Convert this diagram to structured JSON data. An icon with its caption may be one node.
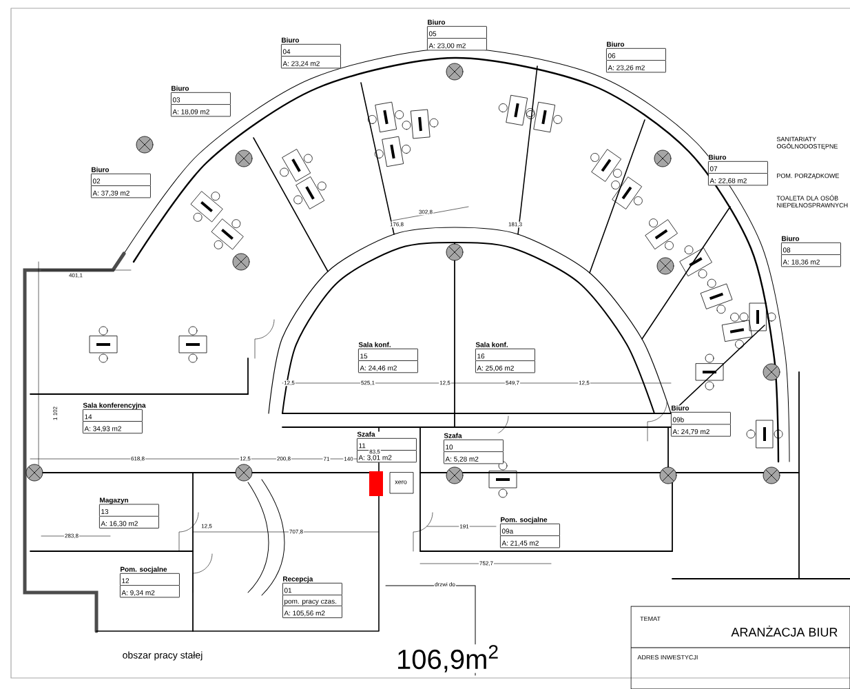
{
  "diagram": {
    "nodes": [
      {
        "text": [
          "Biuro",
          "02",
          "A: 37,39 m2"
        ]
      },
      {
        "text": [
          "Biuro",
          "03",
          "A: 18,09 m2"
        ]
      },
      {
        "text": [
          "Biuro",
          "04",
          "A: 23,24 m2"
        ]
      },
      {
        "text": [
          "Biuro",
          "05",
          "A: 23,00 m2"
        ]
      },
      {
        "text": [
          "Biuro",
          "06",
          "A: 23,26 m2"
        ]
      },
      {
        "text": [
          "Biuro",
          "07",
          "A: 22,68 m2"
        ]
      },
      {
        "text": [
          "Biuro",
          "08",
          "A: 18,36 m2"
        ]
      },
      {
        "text": [
          "Sala konf.",
          "15",
          "A: 24,46 m2"
        ]
      },
      {
        "text": [
          "Sala konf.",
          "16",
          "A: 25,06 m2"
        ]
      },
      {
        "text": [
          "Sala konferencyjna",
          "14",
          "A: 34,93 m2"
        ]
      },
      {
        "text": [
          "Szafa",
          "11",
          "A: 3,01 m2"
        ]
      },
      {
        "text": [
          "Szafa",
          "10",
          "A: 5,28 m2"
        ]
      },
      {
        "text": [
          "Biuro",
          "09b",
          "A: 24,79 m2"
        ]
      },
      {
        "text": [
          "Magazyn",
          "13",
          "A: 16,30 m2"
        ]
      },
      {
        "text": [
          "Pom. socjalne",
          "12",
          "A: 9,34 m2"
        ]
      },
      {
        "text": [
          "Pom. socjalne",
          "09a",
          "A: 21,45 m2"
        ]
      },
      {
        "text": [
          "Recepcja",
          "01",
          "pom. pracy czas.",
          "A: 105,56 m2"
        ]
      }
    ],
    "labels": [
      "SANITARIATY OGÓLNODOSTĘPNE",
      "POM. PORZĄDKOWE",
      "TOALETA DLA OSÓB NIEPEŁNOSPRAWNYCH",
      "302,8",
      "176,8",
      "181,3",
      "401,1",
      "12,5",
      "525,1",
      "12,5",
      "549,7",
      "12,5",
      "1 102",
      "618,8",
      "12,5",
      "200,8",
      "71",
      "140",
      "83,5",
      "xero",
      "191",
      "707,8",
      "283,8",
      "12,5",
      "752,7",
      "drzwi do",
      "obszar pracy stałej",
      "106,9m$^{2}$",
      "TEMAT",
      "ARANŻACJA BIUR",
      "ADRES INWESTYCJI"
    ]
  }
}
